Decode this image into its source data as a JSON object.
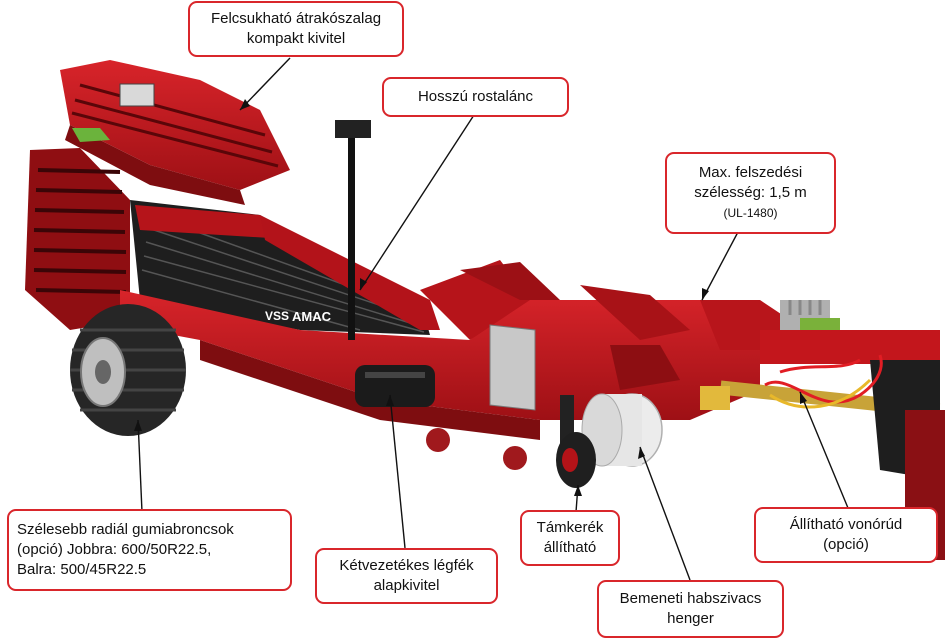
{
  "labels": {
    "conveyor": {
      "line1": "Felcsukható átrakószalag",
      "line2": "kompakt kivitel"
    },
    "sieve_chain": {
      "line1": "Hosszú rostalánc"
    },
    "pickup_width": {
      "line1": "Max. felszedési",
      "line2": "szélesség: 1,5 m",
      "line3": "(UL-1480)"
    },
    "tyres": {
      "line1": "Szélesebb radiál gumiabroncsok",
      "line2": "(opció)  Jobbra: 600/50R22.5,",
      "line3": "Balra: 500/45R22.5"
    },
    "air_brake": {
      "line1": "Kétvezetékes légfék",
      "line2": "alapkivitel"
    },
    "support_wheel": {
      "line1": "Támkerék",
      "line2": "állítható"
    },
    "foam_roller": {
      "line1": "Bemeneti habszivacs",
      "line2": "henger"
    },
    "drawbar": {
      "line1": "Állítható vonórúd",
      "line2": "(opció)"
    }
  },
  "machine": {
    "brand": "AMAC",
    "logo": "VSS"
  },
  "colors": {
    "callout_border": "#d9262b",
    "machine_red": "#c3161c",
    "machine_dark": "#7e0d10",
    "tyre": "#2a2a2a"
  }
}
